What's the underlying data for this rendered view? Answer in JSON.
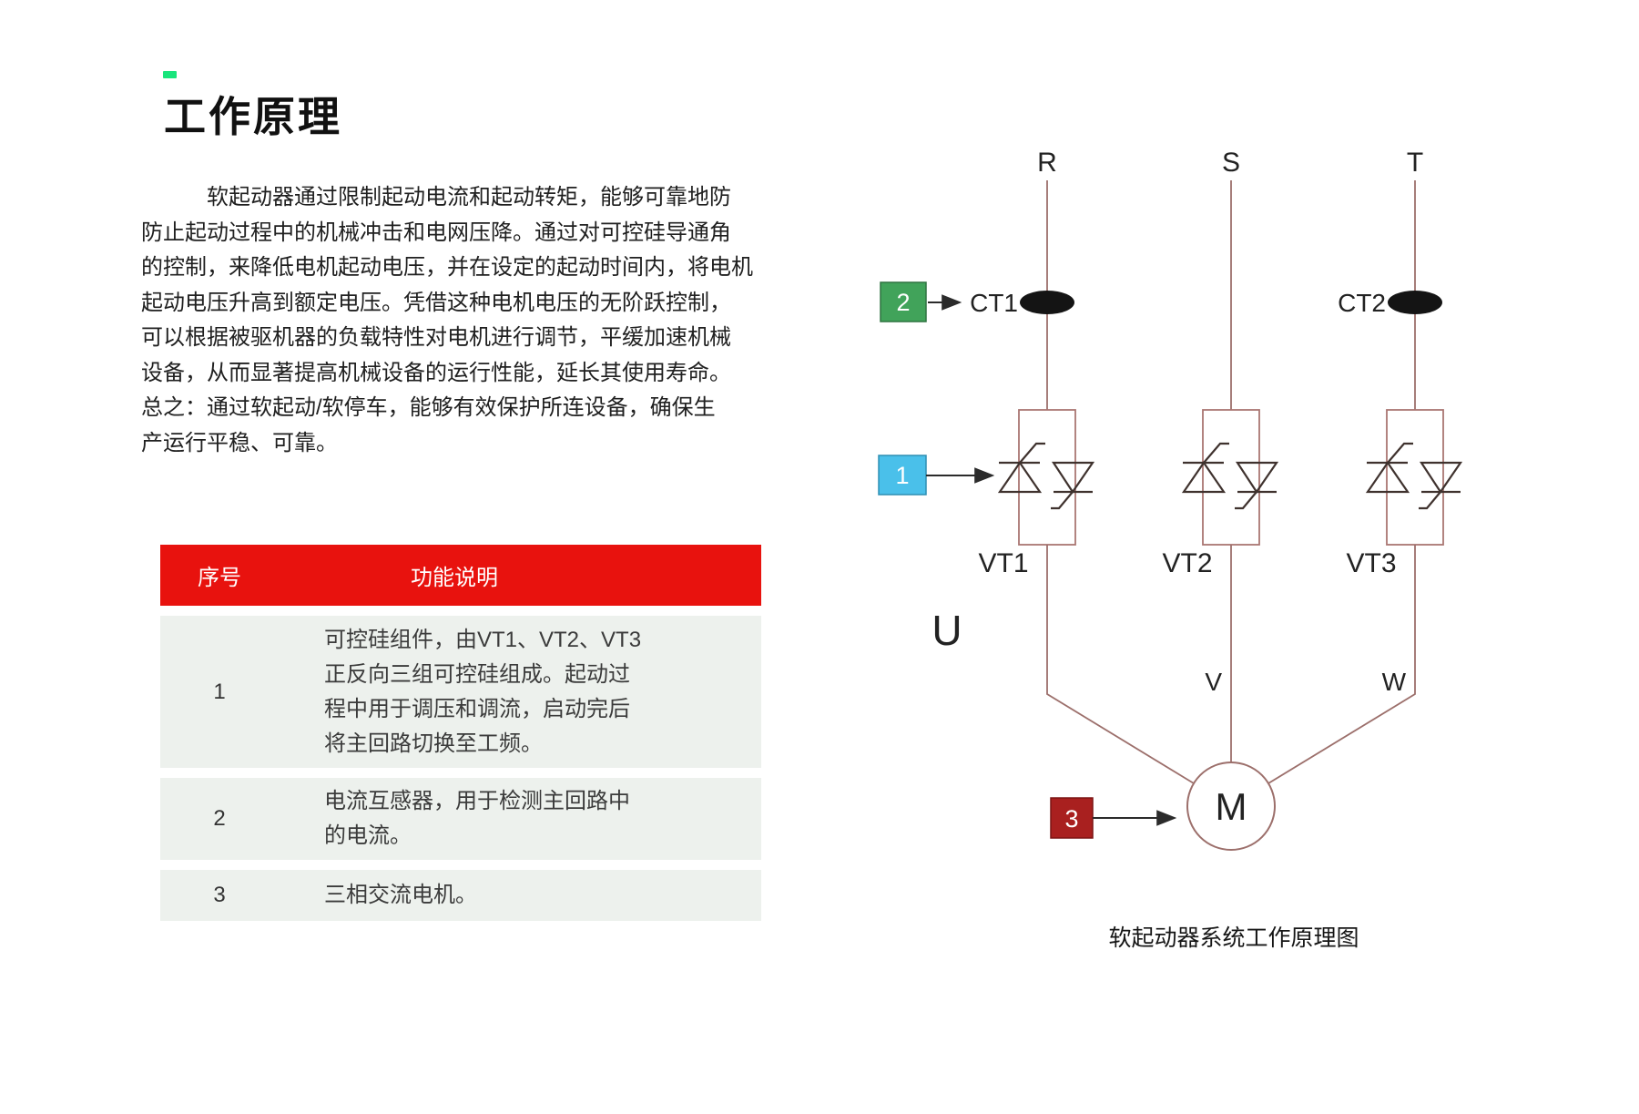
{
  "page": {
    "title": "工作原理",
    "caption": "软起动器系统工作原理图"
  },
  "intro": {
    "lines": [
      "软起动器通过限制起动电流和起动转矩，能够可靠地防",
      "防止起动过程中的机械冲击和电网压降。通过对可控硅导通角",
      "的控制，来降低电机起动电压，并在设定的起动时间内，将电机",
      "起动电压升高到额定电压。凭借这种电机电压的无阶跃控制，",
      "可以根据被驱机器的负载特性对电机进行调节，平缓加速机械",
      "设备，从而显著提高机械设备的运行性能，延长其使用寿命。",
      "总之：通过软起动/软停车，能够有效保护所连设备，确保生",
      "产运行平稳、可靠。"
    ]
  },
  "table": {
    "headers": {
      "num": "序号",
      "desc": "功能说明"
    },
    "rows": [
      {
        "num": "1",
        "lines": [
          "可控硅组件，由VT1、VT2、VT3",
          "正反向三组可控硅组成。起动过",
          "程中用于调压和调流，启动完后",
          "将主回路切换至工频。"
        ]
      },
      {
        "num": "2",
        "lines": [
          "电流互感器，用于检测主回路中",
          "的电流。"
        ]
      },
      {
        "num": "3",
        "lines": [
          "三相交流电机。"
        ]
      }
    ]
  },
  "diagram": {
    "phases": [
      "R",
      "S",
      "T"
    ],
    "ct_labels": [
      "CT1",
      "CT2"
    ],
    "vt_labels": [
      "VT1",
      "VT2",
      "VT3"
    ],
    "outputs": [
      "U",
      "V",
      "W"
    ],
    "motor": "M",
    "callouts": [
      {
        "num": "1",
        "color": "#4ac0ea"
      },
      {
        "num": "2",
        "color": "#41a35a"
      },
      {
        "num": "3",
        "color": "#a9201f"
      }
    ]
  },
  "colors": {
    "accent_green": "#19e57c",
    "header_red": "#e8120e",
    "row_bg": "#edf1ed",
    "wire": "#9c6f6b",
    "ink": "#222222"
  }
}
